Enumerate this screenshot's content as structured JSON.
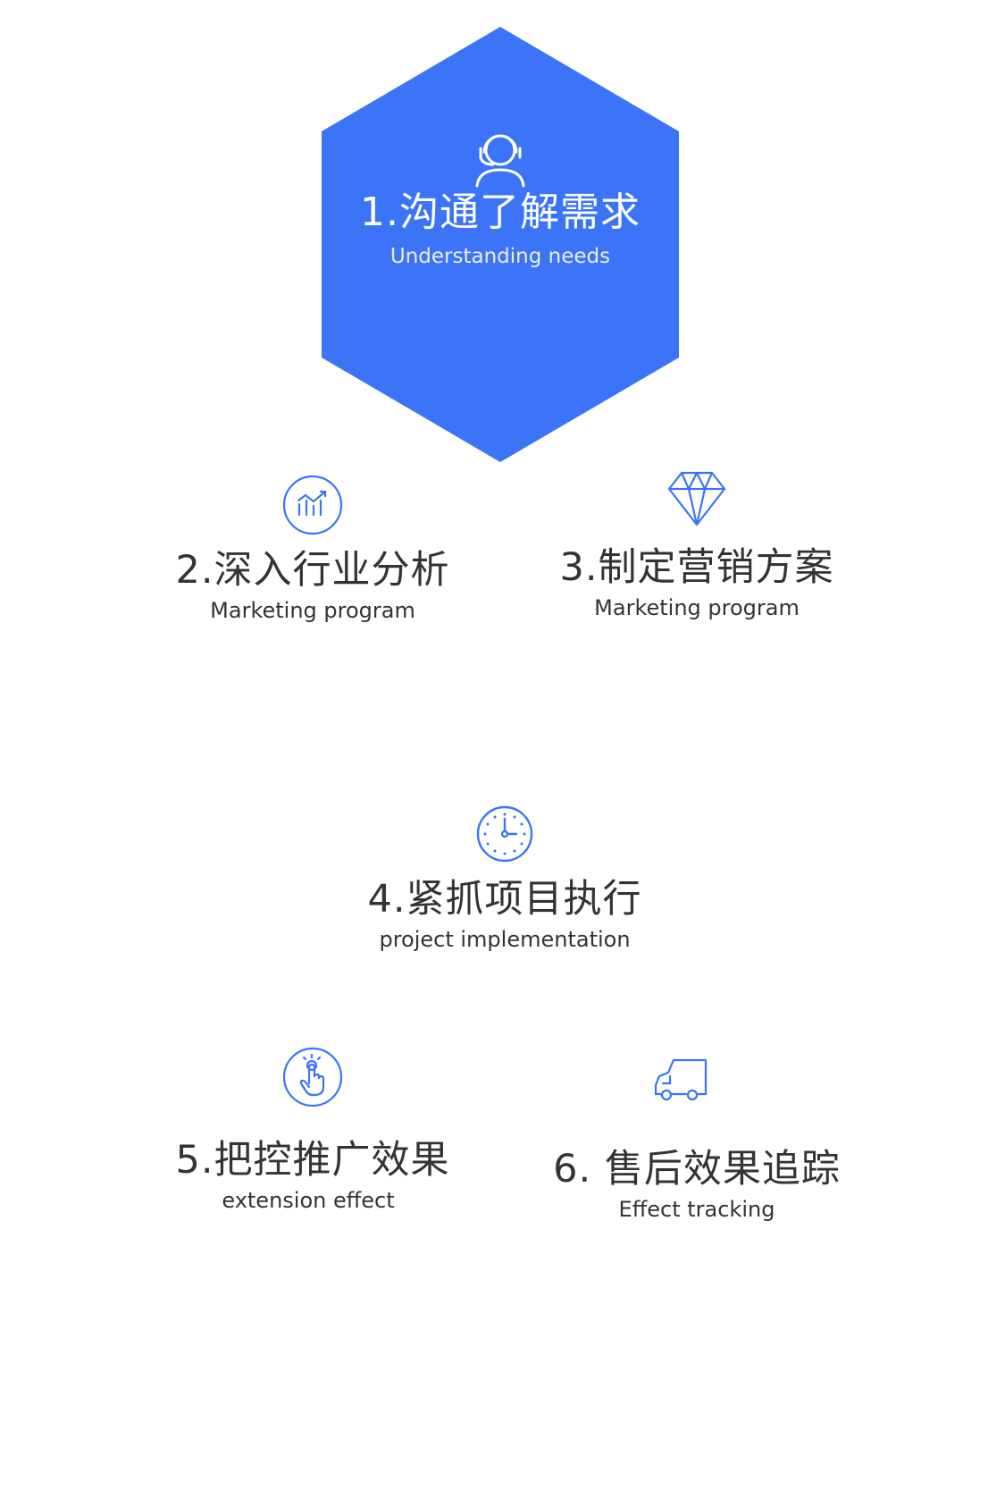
{
  "colors": {
    "accent": "#3b74f7",
    "text": "#333333",
    "background": "#ffffff"
  },
  "steps": [
    {
      "icon": "headset-agent-icon",
      "title": "1.沟通了解需求",
      "subtitle": "Understanding needs"
    },
    {
      "icon": "chart-circle-icon",
      "title": "2.深入行业分析",
      "subtitle": "Marketing program"
    },
    {
      "icon": "diamond-icon",
      "title": "3.制定营销方案",
      "subtitle": "Marketing program"
    },
    {
      "icon": "clock-icon",
      "title": "4.紧抓项目执行",
      "subtitle": "project implementation"
    },
    {
      "icon": "touch-hand-icon",
      "title": "5.把控推广效果",
      "subtitle": "extension effect"
    },
    {
      "icon": "delivery-truck-icon",
      "title": "6. 售后效果追踪",
      "subtitle": "Effect tracking"
    }
  ]
}
